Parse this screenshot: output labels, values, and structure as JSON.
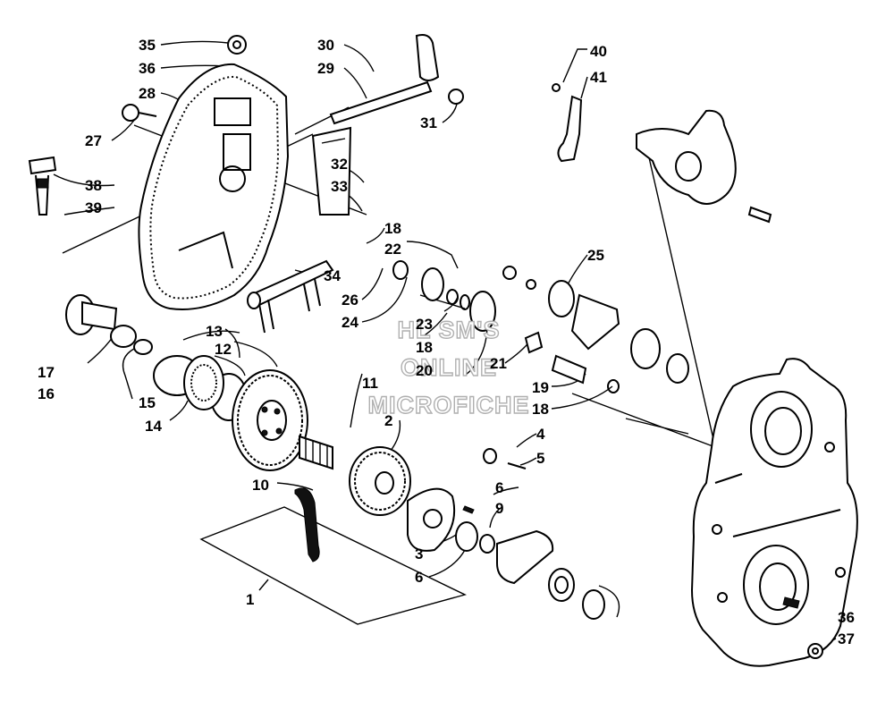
{
  "watermark": {
    "line1": "HL SM'S",
    "line2": "ONLINE",
    "line3": "MICROFICHE"
  },
  "callouts": {
    "c1": "1",
    "c2": "2",
    "c3": "3",
    "c4": "4",
    "c5": "5",
    "c6a": "6",
    "c6b": "6",
    "c9": "9",
    "c10": "10",
    "c11": "11",
    "c12": "12",
    "c13": "13",
    "c14": "14",
    "c15": "15",
    "c16": "16",
    "c17": "17",
    "c18a": "18",
    "c18b": "18",
    "c18c": "18",
    "c19": "19",
    "c20": "20",
    "c21": "21",
    "c22": "22",
    "c23": "23",
    "c24": "24",
    "c25": "25",
    "c26": "26",
    "c27": "27",
    "c28": "28",
    "c29": "29",
    "c30": "30",
    "c31": "31",
    "c32": "32",
    "c33": "33",
    "c34": "34",
    "c35": "35",
    "c36a": "36",
    "c36b": "36",
    "c37": "37",
    "c38": "38",
    "c39": "39",
    "c40": "40",
    "c41": "41"
  }
}
